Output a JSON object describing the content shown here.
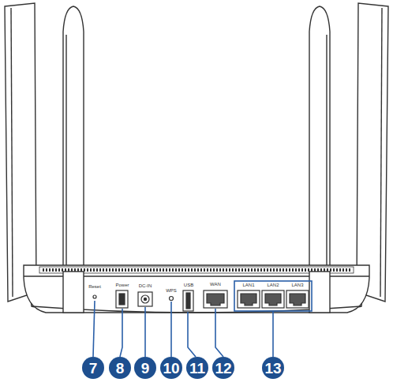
{
  "diagram": {
    "labels": [
      "Reset",
      "Power",
      "DC-IN",
      "WPS",
      "USB",
      "WAN",
      "LAN1",
      "LAN2",
      "LAN3",
      "7",
      "8",
      "9",
      "10",
      "11",
      "12",
      "13"
    ]
  }
}
